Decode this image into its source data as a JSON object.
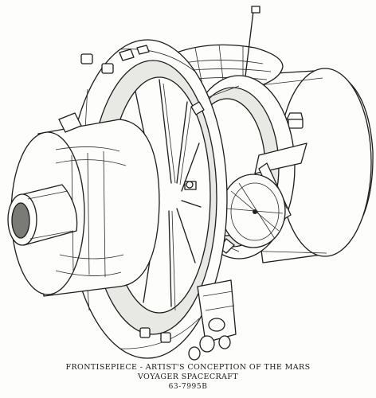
{
  "caption": {
    "line1": "FRONTISEPIECE - ARTIST'S CONCEPTION OF THE MARS",
    "line2": "VOYAGER SPACECRAFT",
    "code": "63-7995B"
  }
}
